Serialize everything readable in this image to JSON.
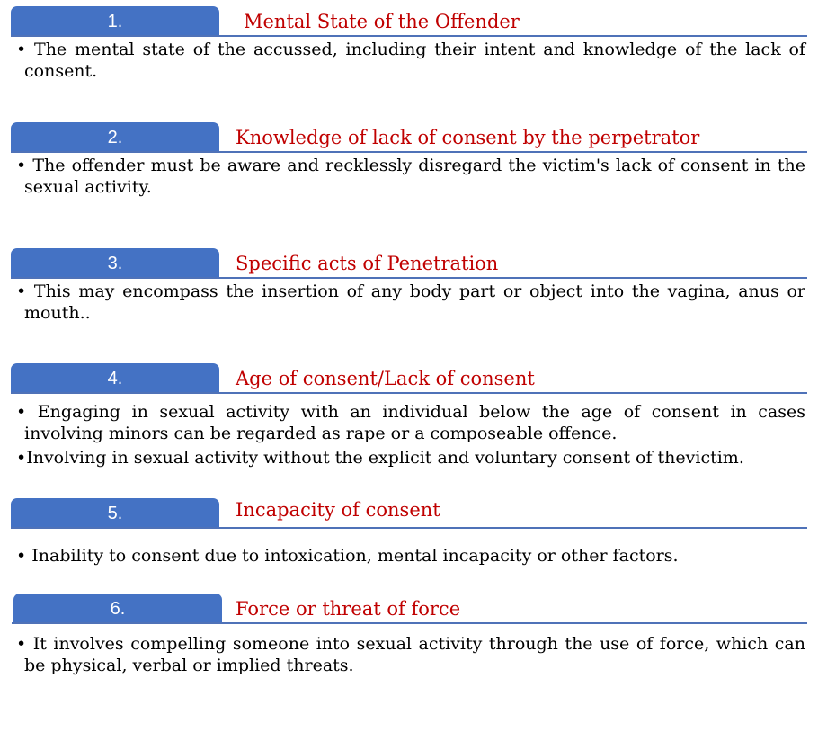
{
  "accent_colors": {
    "tab_fill": "#4472C4",
    "title_text": "#C00000",
    "rule": "#4F72B8"
  },
  "sections": [
    {
      "number": "1.",
      "title": "Mental State of the Offender",
      "bullets": [
        "• The mental state of the accussed, including their intent and knowledge of the lack of consent."
      ]
    },
    {
      "number": "2.",
      "title": "Knowledge of lack of consent by the perpetrator",
      "bullets": [
        "• The offender must be aware and recklessly disregard the victim's lack of consent in the sexual activity."
      ]
    },
    {
      "number": "3.",
      "title": "Specific acts of Penetration",
      "bullets": [
        "• This may encompass the insertion of any body part or object into the vagina, anus or mouth.."
      ]
    },
    {
      "number": "4.",
      "title": "Age of consent/Lack of consent",
      "bullets": [
        "• Engaging in sexual activity with an individual below the age of consent in cases involving minors can be regarded as rape or a composeable offence.",
        "•Involving in sexual activity without the explicit and voluntary consent of thevictim."
      ]
    },
    {
      "number": "5.",
      "title": "Incapacity of consent",
      "bullets": [
        "• Inability to consent due to intoxication, mental incapacity or other factors."
      ]
    },
    {
      "number": "6.",
      "title": "Force or threat of force",
      "bullets": [
        "• It involves compelling someone into sexual activity through the use of force, which can be physical, verbal or implied threats."
      ]
    }
  ]
}
